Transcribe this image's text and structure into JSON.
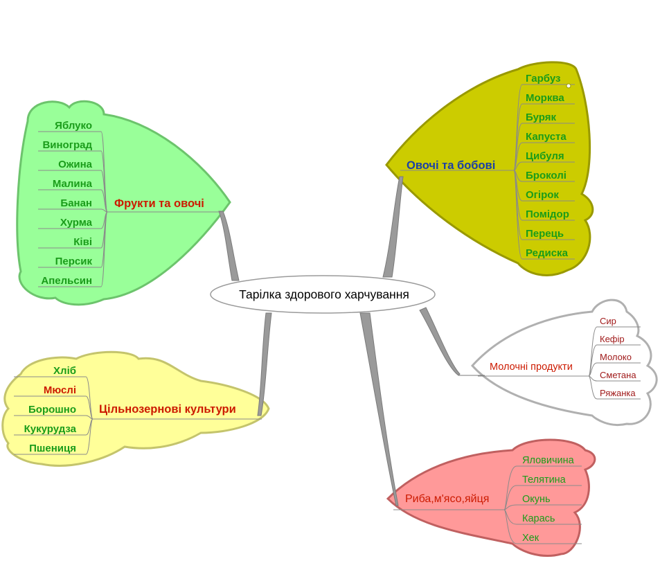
{
  "center": {
    "label": "Тарілка здорового харчування"
  },
  "branches": [
    {
      "id": "fruits",
      "label": "Фрукти та овочі",
      "label_color": "#cc1a00",
      "fill": "#99ff99",
      "stroke": "#6cc46c",
      "items": [
        {
          "label": "Яблуко",
          "color": "#1a9c1a"
        },
        {
          "label": "Виноград",
          "color": "#1a9c1a"
        },
        {
          "label": "Ожина",
          "color": "#1a9c1a"
        },
        {
          "label": "Малина",
          "color": "#1a9c1a"
        },
        {
          "label": "Банан",
          "color": "#1a9c1a"
        },
        {
          "label": "Хурма",
          "color": "#1a9c1a"
        },
        {
          "label": "Ківі",
          "color": "#1a9c1a"
        },
        {
          "label": "Персик",
          "color": "#1a9c1a"
        },
        {
          "label": "Апельсин",
          "color": "#1a9c1a"
        }
      ]
    },
    {
      "id": "vegetables",
      "label": "Овочі та бобові",
      "label_color": "#1a3fa8",
      "fill": "#cccc00",
      "stroke": "#999900",
      "items": [
        {
          "label": "Гарбуз",
          "color": "#1a9c1a"
        },
        {
          "label": "Морква",
          "color": "#1a9c1a"
        },
        {
          "label": "Буряк",
          "color": "#1a9c1a"
        },
        {
          "label": "Капуста",
          "color": "#1a9c1a"
        },
        {
          "label": "Цибуля",
          "color": "#1a9c1a"
        },
        {
          "label": "Броколі",
          "color": "#1a9c1a"
        },
        {
          "label": "Огірок",
          "color": "#1a9c1a"
        },
        {
          "label": "Помідор",
          "color": "#1a9c1a"
        },
        {
          "label": "Перець",
          "color": "#1a9c1a"
        },
        {
          "label": "Редиска",
          "color": "#1a9c1a"
        }
      ]
    },
    {
      "id": "grains",
      "label": "Цільнозернові культури",
      "label_color": "#cc1a00",
      "fill": "#ffff99",
      "stroke": "#c4c46c",
      "items": [
        {
          "label": "Хліб",
          "color": "#1a9c1a"
        },
        {
          "label": "Мюслі",
          "color": "#cc1a00"
        },
        {
          "label": "Борошно",
          "color": "#1a9c1a"
        },
        {
          "label": "Кукурудза",
          "color": "#1a9c1a"
        },
        {
          "label": "Пшениця",
          "color": "#1a9c1a"
        }
      ]
    },
    {
      "id": "dairy",
      "label": "Молочні продукти",
      "label_color": "#cc1a00",
      "fill": "#ffffff",
      "stroke": "#b0b0b0",
      "items": [
        {
          "label": "Сир",
          "color": "#a01a1a"
        },
        {
          "label": "Кефір",
          "color": "#a01a1a"
        },
        {
          "label": "Молоко",
          "color": "#a01a1a"
        },
        {
          "label": "Сметана",
          "color": "#a01a1a"
        },
        {
          "label": "Ряжанка",
          "color": "#a01a1a"
        }
      ]
    },
    {
      "id": "protein",
      "label": "Риба,м'ясо,яйця",
      "label_color": "#cc1a00",
      "fill": "#ff9999",
      "stroke": "#c06060",
      "items": [
        {
          "label": "Яловичина",
          "color": "#1a9c1a"
        },
        {
          "label": "Телятина",
          "color": "#1a9c1a"
        },
        {
          "label": "Окунь",
          "color": "#1a9c1a"
        },
        {
          "label": "Карась",
          "color": "#1a9c1a"
        },
        {
          "label": "Хек",
          "color": "#1a9c1a"
        }
      ]
    }
  ]
}
